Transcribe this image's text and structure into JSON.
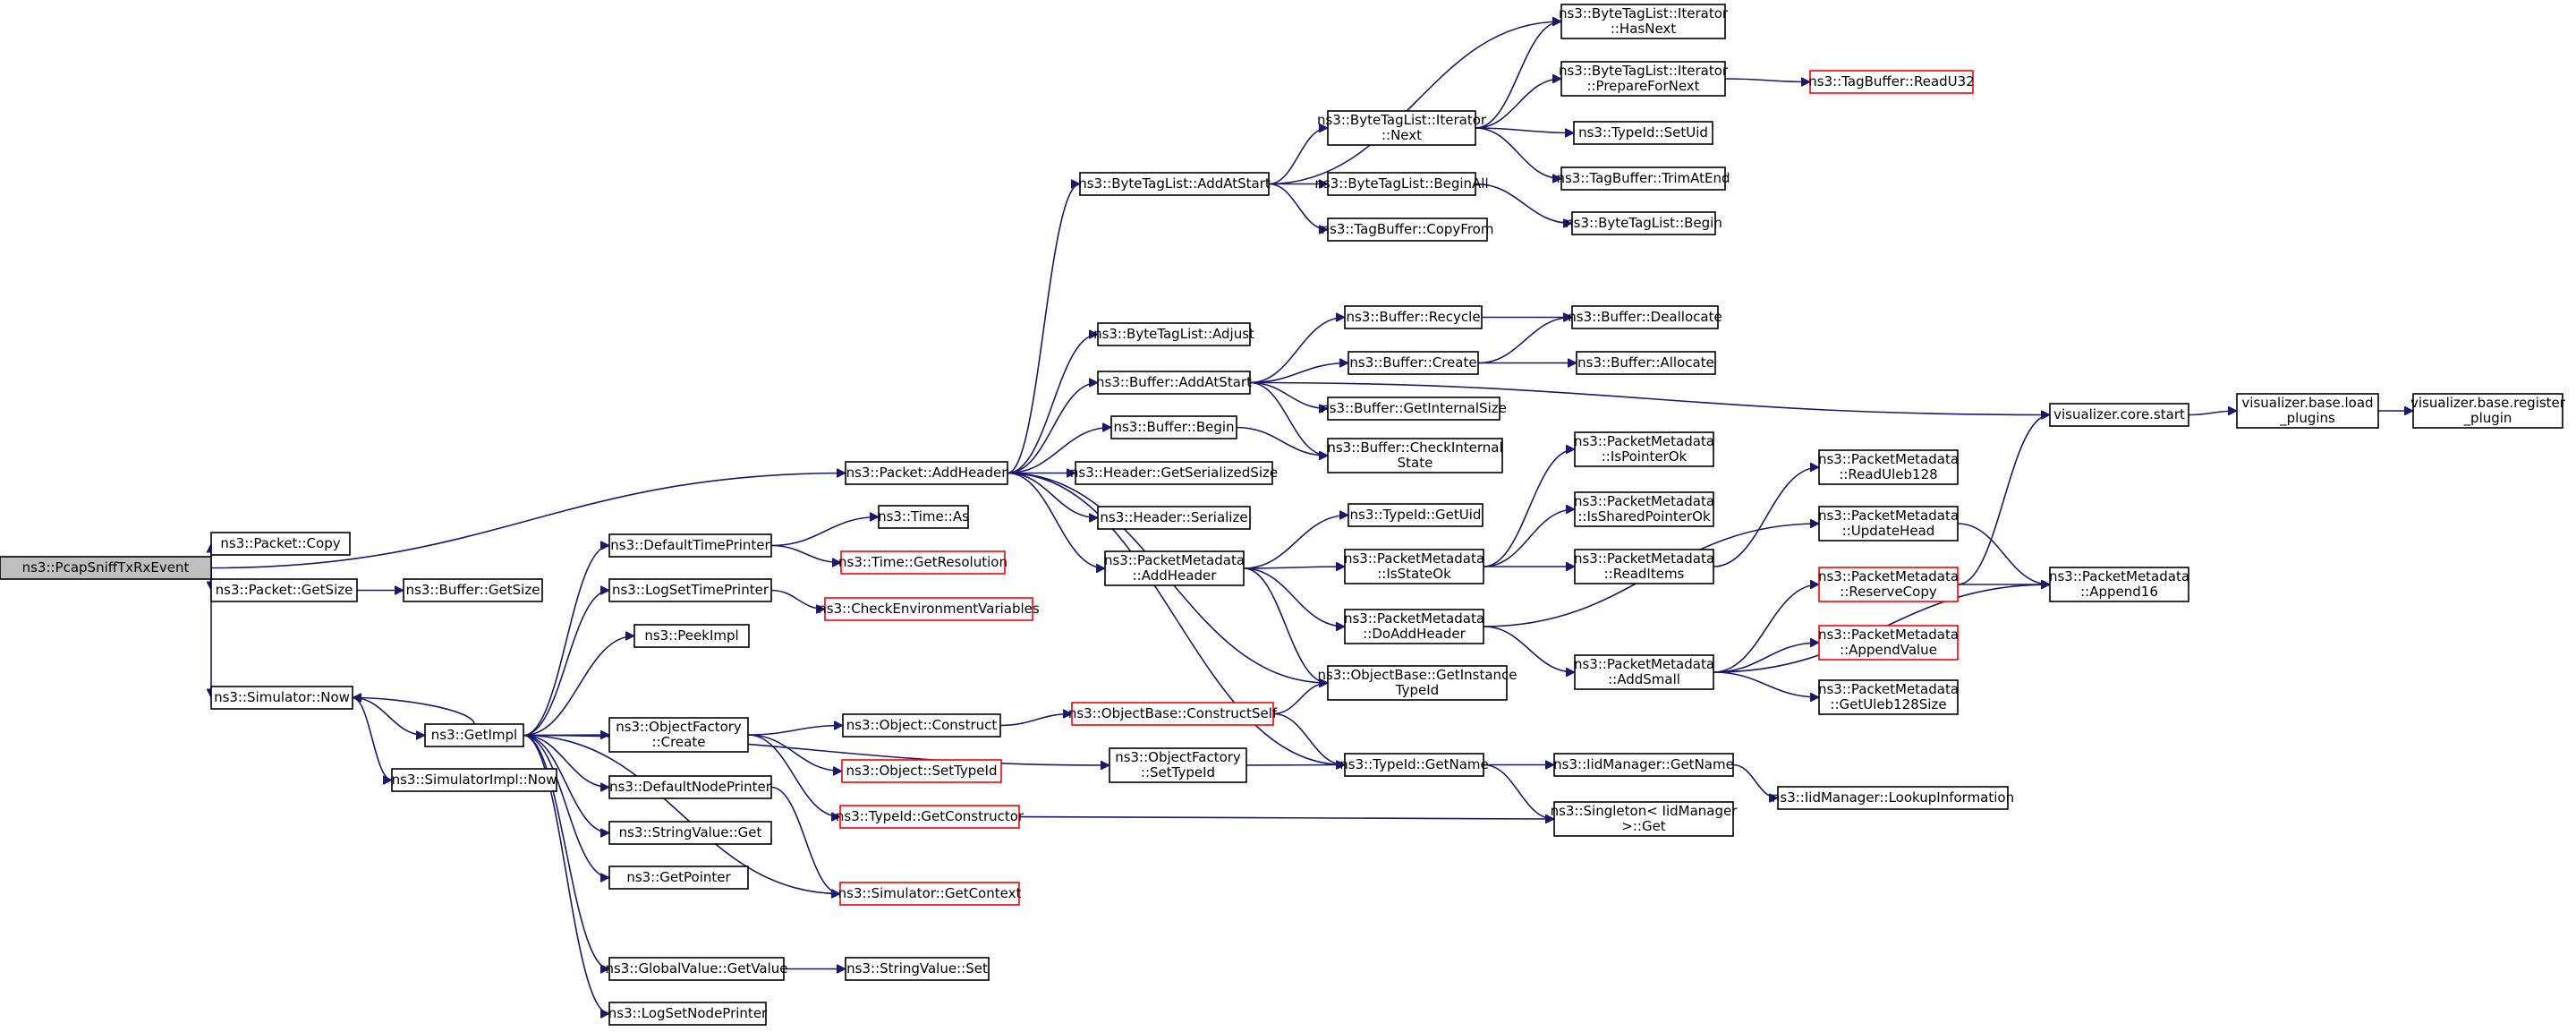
{
  "nodes": [
    {
      "id": "n0",
      "lines": [
        "ns3::PcapSniffTxRxEvent"
      ],
      "style": "current"
    },
    {
      "id": "n1",
      "lines": [
        "ns3::Packet::AddHeader"
      ],
      "style": "normal"
    },
    {
      "id": "n2",
      "lines": [
        "ns3::Packet::Copy"
      ],
      "style": "normal"
    },
    {
      "id": "n3",
      "lines": [
        "ns3::Packet::GetSize"
      ],
      "style": "normal"
    },
    {
      "id": "n4",
      "lines": [
        "ns3::Buffer::GetSize"
      ],
      "style": "normal"
    },
    {
      "id": "n5",
      "lines": [
        "ns3::Simulator::Now"
      ],
      "style": "normal"
    },
    {
      "id": "n6",
      "lines": [
        "ns3::GetImpl"
      ],
      "style": "normal"
    },
    {
      "id": "n7",
      "lines": [
        "ns3::SimulatorImpl::Now"
      ],
      "style": "normal"
    },
    {
      "id": "n8",
      "lines": [
        "ns3::DefaultTimePrinter"
      ],
      "style": "normal"
    },
    {
      "id": "n9",
      "lines": [
        "ns3::Time::As"
      ],
      "style": "normal"
    },
    {
      "id": "n10",
      "lines": [
        "ns3::Time::GetResolution"
      ],
      "style": "missing"
    },
    {
      "id": "n11",
      "lines": [
        "ns3::LogSetTimePrinter"
      ],
      "style": "normal"
    },
    {
      "id": "n12",
      "lines": [
        "ns3::CheckEnvironmentVariables"
      ],
      "style": "missing"
    },
    {
      "id": "n13",
      "lines": [
        "ns3::PeekImpl"
      ],
      "style": "normal"
    },
    {
      "id": "n14",
      "lines": [
        "ns3::ObjectFactory",
        "::Create"
      ],
      "style": "normal"
    },
    {
      "id": "n15",
      "lines": [
        "ns3::Object::Construct"
      ],
      "style": "normal"
    },
    {
      "id": "n16",
      "lines": [
        "ns3::ObjectBase::ConstructSelf"
      ],
      "style": "missing"
    },
    {
      "id": "n17",
      "lines": [
        "ns3::Object::SetTypeId"
      ],
      "style": "missing"
    },
    {
      "id": "n18",
      "lines": [
        "ns3::TypeId::GetConstructor"
      ],
      "style": "missing"
    },
    {
      "id": "n19",
      "lines": [
        "ns3::DefaultNodePrinter"
      ],
      "style": "normal"
    },
    {
      "id": "n20",
      "lines": [
        "ns3::Simulator::GetContext"
      ],
      "style": "missing"
    },
    {
      "id": "n21",
      "lines": [
        "ns3::StringValue::Get"
      ],
      "style": "normal"
    },
    {
      "id": "n22",
      "lines": [
        "ns3::GetPointer"
      ],
      "style": "normal"
    },
    {
      "id": "n23",
      "lines": [
        "ns3::GlobalValue::GetValue"
      ],
      "style": "normal"
    },
    {
      "id": "n24",
      "lines": [
        "ns3::StringValue::Set"
      ],
      "style": "normal"
    },
    {
      "id": "n25",
      "lines": [
        "ns3::LogSetNodePrinter"
      ],
      "style": "normal"
    },
    {
      "id": "n26",
      "lines": [
        "ns3::ObjectFactory",
        "::SetTypeId"
      ],
      "style": "normal"
    },
    {
      "id": "n27",
      "lines": [
        "ns3::ByteTagList::AddAtStart"
      ],
      "style": "normal"
    },
    {
      "id": "n28",
      "lines": [
        "ns3::ByteTagList::Adjust"
      ],
      "style": "normal"
    },
    {
      "id": "n29",
      "lines": [
        "ns3::Buffer::AddAtStart"
      ],
      "style": "normal"
    },
    {
      "id": "n30",
      "lines": [
        "ns3::Buffer::Begin"
      ],
      "style": "normal"
    },
    {
      "id": "n31",
      "lines": [
        "ns3::Header::GetSerializedSize"
      ],
      "style": "normal"
    },
    {
      "id": "n32",
      "lines": [
        "ns3::Header::Serialize"
      ],
      "style": "normal"
    },
    {
      "id": "n33",
      "lines": [
        "ns3::PacketMetadata",
        "::AddHeader"
      ],
      "style": "normal"
    },
    {
      "id": "n34",
      "lines": [
        "ns3::ByteTagList::Iterator",
        "::Next"
      ],
      "style": "normal"
    },
    {
      "id": "n35",
      "lines": [
        "ns3::ByteTagList::BeginAll"
      ],
      "style": "normal"
    },
    {
      "id": "n36",
      "lines": [
        "ns3::TagBuffer::CopyFrom"
      ],
      "style": "normal"
    },
    {
      "id": "n37",
      "lines": [
        "ns3::ByteTagList::Iterator",
        "::HasNext"
      ],
      "style": "normal"
    },
    {
      "id": "n38",
      "lines": [
        "ns3::ByteTagList::Iterator",
        "::PrepareForNext"
      ],
      "style": "normal"
    },
    {
      "id": "n39",
      "lines": [
        "ns3::TagBuffer::ReadU32"
      ],
      "style": "missing"
    },
    {
      "id": "n40",
      "lines": [
        "ns3::TypeId::SetUid"
      ],
      "style": "normal"
    },
    {
      "id": "n41",
      "lines": [
        "ns3::TagBuffer::TrimAtEnd"
      ],
      "style": "normal"
    },
    {
      "id": "n42",
      "lines": [
        "ns3::ByteTagList::Begin"
      ],
      "style": "normal"
    },
    {
      "id": "n43",
      "lines": [
        "ns3::Buffer::Recycle"
      ],
      "style": "normal"
    },
    {
      "id": "n44",
      "lines": [
        "ns3::Buffer::Deallocate"
      ],
      "style": "normal"
    },
    {
      "id": "n45",
      "lines": [
        "ns3::Buffer::Create"
      ],
      "style": "normal"
    },
    {
      "id": "n46",
      "lines": [
        "ns3::Buffer::Allocate"
      ],
      "style": "normal"
    },
    {
      "id": "n47",
      "lines": [
        "ns3::Buffer::GetInternalSize"
      ],
      "style": "normal"
    },
    {
      "id": "n48",
      "lines": [
        "ns3::Buffer::CheckInternal",
        "State"
      ],
      "style": "normal"
    },
    {
      "id": "n49",
      "lines": [
        "visualizer.core.start"
      ],
      "style": "normal"
    },
    {
      "id": "n50",
      "lines": [
        "visualizer.base.load",
        "_plugins"
      ],
      "style": "normal"
    },
    {
      "id": "n51",
      "lines": [
        "visualizer.base.register",
        "_plugin"
      ],
      "style": "normal"
    },
    {
      "id": "n52",
      "lines": [
        "ns3::TypeId::GetUid"
      ],
      "style": "normal"
    },
    {
      "id": "n53",
      "lines": [
        "ns3::PacketMetadata",
        "::IsStateOk"
      ],
      "style": "normal"
    },
    {
      "id": "n54",
      "lines": [
        "ns3::PacketMetadata",
        "::DoAddHeader"
      ],
      "style": "normal"
    },
    {
      "id": "n55",
      "lines": [
        "ns3::ObjectBase::GetInstance",
        "TypeId"
      ],
      "style": "normal"
    },
    {
      "id": "n56",
      "lines": [
        "ns3::TypeId::GetName"
      ],
      "style": "normal"
    },
    {
      "id": "n57",
      "lines": [
        "ns3::PacketMetadata",
        "::IsPointerOk"
      ],
      "style": "normal"
    },
    {
      "id": "n58",
      "lines": [
        "ns3::PacketMetadata",
        "::IsSharedPointerOk"
      ],
      "style": "normal"
    },
    {
      "id": "n59",
      "lines": [
        "ns3::PacketMetadata",
        "::ReadItems"
      ],
      "style": "normal"
    },
    {
      "id": "n60",
      "lines": [
        "ns3::PacketMetadata",
        "::AddSmall"
      ],
      "style": "normal"
    },
    {
      "id": "n61",
      "lines": [
        "ns3::IidManager::GetName"
      ],
      "style": "normal"
    },
    {
      "id": "n62",
      "lines": [
        "ns3::Singleton< IidManager",
        ">::Get"
      ],
      "style": "normal"
    },
    {
      "id": "n63",
      "lines": [
        "ns3::IidManager::LookupInformation"
      ],
      "style": "normal"
    },
    {
      "id": "n64",
      "lines": [
        "ns3::PacketMetadata",
        "::ReadUleb128"
      ],
      "style": "normal"
    },
    {
      "id": "n65",
      "lines": [
        "ns3::PacketMetadata",
        "::UpdateHead"
      ],
      "style": "normal"
    },
    {
      "id": "n66",
      "lines": [
        "ns3::PacketMetadata",
        "::ReserveCopy"
      ],
      "style": "missing"
    },
    {
      "id": "n67",
      "lines": [
        "ns3::PacketMetadata",
        "::AppendValue"
      ],
      "style": "missing"
    },
    {
      "id": "n68",
      "lines": [
        "ns3::PacketMetadata",
        "::GetUleb128Size"
      ],
      "style": "normal"
    },
    {
      "id": "n69",
      "lines": [
        "ns3::PacketMetadata",
        "::Append16"
      ],
      "style": "normal"
    }
  ],
  "edges": [
    [
      "n0",
      "n1"
    ],
    [
      "n0",
      "n2"
    ],
    [
      "n0",
      "n3"
    ],
    [
      "n0",
      "n5"
    ],
    [
      "n3",
      "n4"
    ],
    [
      "n5",
      "n6"
    ],
    [
      "n5",
      "n7"
    ],
    [
      "n6",
      "n5"
    ],
    [
      "n6",
      "n8"
    ],
    [
      "n6",
      "n11"
    ],
    [
      "n6",
      "n13"
    ],
    [
      "n6",
      "n14"
    ],
    [
      "n6",
      "n26"
    ],
    [
      "n6",
      "n19"
    ],
    [
      "n6",
      "n21"
    ],
    [
      "n6",
      "n22"
    ],
    [
      "n6",
      "n23"
    ],
    [
      "n6",
      "n25"
    ],
    [
      "n6",
      "n20"
    ],
    [
      "n8",
      "n9"
    ],
    [
      "n8",
      "n10"
    ],
    [
      "n11",
      "n12"
    ],
    [
      "n14",
      "n15"
    ],
    [
      "n14",
      "n17"
    ],
    [
      "n14",
      "n18"
    ],
    [
      "n15",
      "n16"
    ],
    [
      "n16",
      "n55"
    ],
    [
      "n16",
      "n56"
    ],
    [
      "n19",
      "n20"
    ],
    [
      "n23",
      "n24"
    ],
    [
      "n26",
      "n56"
    ],
    [
      "n18",
      "n62"
    ],
    [
      "n1",
      "n27"
    ],
    [
      "n1",
      "n28"
    ],
    [
      "n1",
      "n29"
    ],
    [
      "n1",
      "n30"
    ],
    [
      "n1",
      "n31"
    ],
    [
      "n1",
      "n32"
    ],
    [
      "n1",
      "n33"
    ],
    [
      "n1",
      "n55"
    ],
    [
      "n1",
      "n56"
    ],
    [
      "n27",
      "n34"
    ],
    [
      "n27",
      "n35"
    ],
    [
      "n27",
      "n36"
    ],
    [
      "n27",
      "n37"
    ],
    [
      "n34",
      "n37"
    ],
    [
      "n34",
      "n38"
    ],
    [
      "n34",
      "n40"
    ],
    [
      "n34",
      "n41"
    ],
    [
      "n38",
      "n39"
    ],
    [
      "n35",
      "n42"
    ],
    [
      "n29",
      "n43"
    ],
    [
      "n29",
      "n45"
    ],
    [
      "n29",
      "n47"
    ],
    [
      "n29",
      "n48"
    ],
    [
      "n29",
      "n49"
    ],
    [
      "n43",
      "n44"
    ],
    [
      "n45",
      "n44"
    ],
    [
      "n45",
      "n46"
    ],
    [
      "n30",
      "n48"
    ],
    [
      "n49",
      "n50"
    ],
    [
      "n50",
      "n51"
    ],
    [
      "n33",
      "n52"
    ],
    [
      "n33",
      "n53"
    ],
    [
      "n33",
      "n54"
    ],
    [
      "n33",
      "n55"
    ],
    [
      "n53",
      "n57"
    ],
    [
      "n53",
      "n58"
    ],
    [
      "n53",
      "n59"
    ],
    [
      "n54",
      "n60"
    ],
    [
      "n54",
      "n65"
    ],
    [
      "n56",
      "n61"
    ],
    [
      "n56",
      "n62"
    ],
    [
      "n61",
      "n63"
    ],
    [
      "n59",
      "n64"
    ],
    [
      "n60",
      "n66"
    ],
    [
      "n60",
      "n67"
    ],
    [
      "n60",
      "n68"
    ],
    [
      "n60",
      "n69"
    ],
    [
      "n65",
      "n69"
    ],
    [
      "n66",
      "n49"
    ],
    [
      "n66",
      "n69"
    ]
  ]
}
